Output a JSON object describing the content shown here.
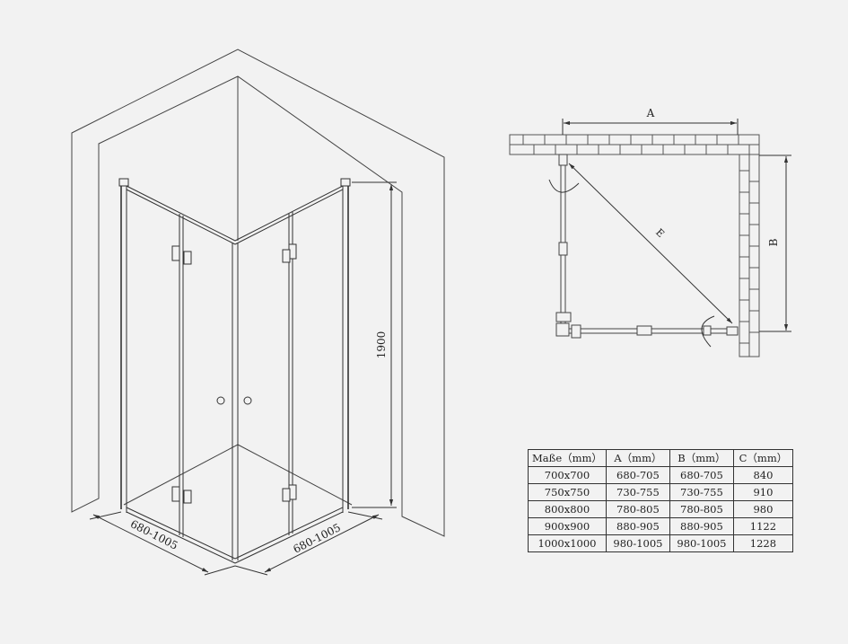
{
  "iso_view": {
    "height_label": "1900",
    "left_width_label": "680-1005",
    "right_width_label": "680-1005"
  },
  "plan_view": {
    "label_a": "A",
    "label_b": "B",
    "label_diagonal": "E"
  },
  "dimension_table": {
    "headers": [
      "Maße（mm）",
      "A（mm）",
      "B（mm）",
      "C（mm）"
    ],
    "rows": [
      [
        "700x700",
        "680-705",
        "680-705",
        "840"
      ],
      [
        "750x750",
        "730-755",
        "730-755",
        "910"
      ],
      [
        "800x800",
        "780-805",
        "780-805",
        "980"
      ],
      [
        "900x900",
        "880-905",
        "880-905",
        "1122"
      ],
      [
        "1000x1000",
        "980-1005",
        "980-1005",
        "1228"
      ]
    ]
  }
}
